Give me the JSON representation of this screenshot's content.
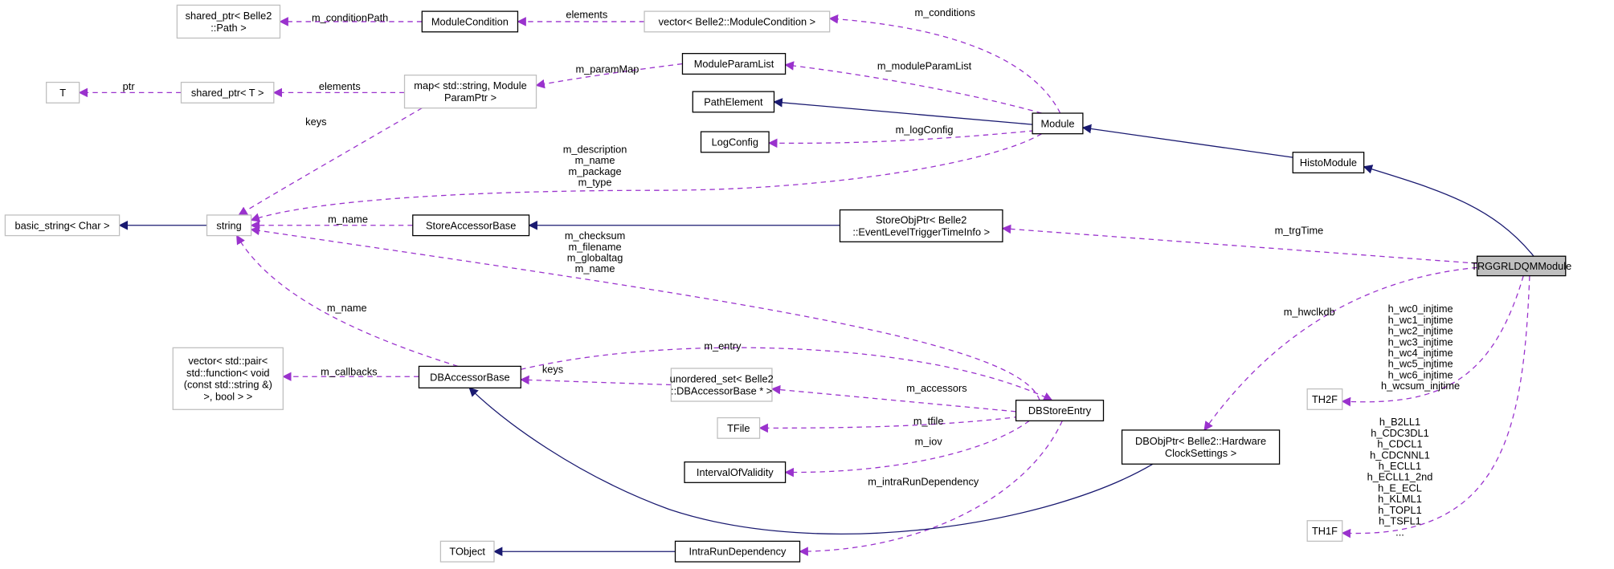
{
  "diagram": {
    "colors": {
      "usage_edge": "#9a32cd",
      "inherit_edge": "#191970",
      "focus_fill": "#bfbfbf",
      "undocumented_border": "#bfbfbf"
    },
    "nodes": {
      "sp_path": [
        "shared_ptr< Belle2",
        "::Path >"
      ],
      "modcond": [
        "ModuleCondition"
      ],
      "vec_modcond": [
        "vector< Belle2::ModuleCondition >"
      ],
      "T": [
        "T"
      ],
      "sp_T": [
        "shared_ptr< T >"
      ],
      "map": [
        "map< std::string, Module",
        "ParamPtr >"
      ],
      "mpl": [
        "ModuleParamList"
      ],
      "pathel": [
        "PathElement"
      ],
      "logcfg": [
        "LogConfig"
      ],
      "module": [
        "Module"
      ],
      "histo": [
        "HistoModule"
      ],
      "basic": [
        "basic_string< Char >"
      ],
      "string": [
        "string"
      ],
      "sab": [
        "StoreAccessorBase"
      ],
      "sop": [
        "StoreObjPtr< Belle2",
        "::EventLevelTriggerTimeInfo >"
      ],
      "trg": [
        "TRGGRLDQMModule"
      ],
      "vecpair": [
        "vector< std::pair<",
        "std::function< void",
        "(const std::string &)",
        ">, bool > >"
      ],
      "dbab": [
        "DBAccessorBase"
      ],
      "uset": [
        "unordered_set< Belle2",
        "::DBAccessorBase * >"
      ],
      "dbse": [
        "DBStoreEntry"
      ],
      "dbobj": [
        "DBObjPtr< Belle2::Hardware",
        "ClockSettings >"
      ],
      "th2f": [
        "TH2F"
      ],
      "tfile": [
        "TFile"
      ],
      "iov": [
        "IntervalOfValidity"
      ],
      "th1f": [
        "TH1F"
      ],
      "tobject": [
        "TObject"
      ],
      "ird": [
        "IntraRunDependency"
      ]
    },
    "edge_labels": {
      "e1": [
        "m_conditionPath"
      ],
      "e2": [
        "elements"
      ],
      "e3": [
        "m_conditions"
      ],
      "e4": [
        "ptr"
      ],
      "e5": [
        "elements"
      ],
      "e6": [
        "m_paramMap"
      ],
      "e7": [
        "m_moduleParamList"
      ],
      "e9": [
        "m_logConfig"
      ],
      "e10": [
        "m_description",
        "m_name",
        "m_package",
        "m_type"
      ],
      "e11": [
        "keys"
      ],
      "e15": [
        "m_name"
      ],
      "e17": [
        "m_trgTime"
      ],
      "e18": [
        "m_checksum",
        "m_filename",
        "m_globaltag",
        "m_name"
      ],
      "e19": [
        "m_name"
      ],
      "e20": [
        "m_hwclkdb"
      ],
      "e21": [
        "h_wc0_injtime",
        "h_wc1_injtime",
        "h_wc2_injtime",
        "h_wc3_injtime",
        "h_wc4_injtime",
        "h_wc5_injtime",
        "h_wc6_injtime",
        "h_wcsum_injtime"
      ],
      "e22": [
        "h_B2LL1",
        "h_CDC3DL1",
        "h_CDCL1",
        "h_CDCNNL1",
        "h_ECLL1",
        "h_ECLL1_2nd",
        "h_E_ECL",
        "h_KLML1",
        "h_TOPL1",
        "h_TSFL1",
        "..."
      ],
      "e23": [
        "m_callbacks"
      ],
      "e24": [
        "keys"
      ],
      "e25": [
        "m_entry"
      ],
      "e26": [
        "m_accessors"
      ],
      "e27": [
        "m_tfile"
      ],
      "e28": [
        "m_iov"
      ],
      "e29": [
        "m_intraRunDependency"
      ]
    }
  }
}
